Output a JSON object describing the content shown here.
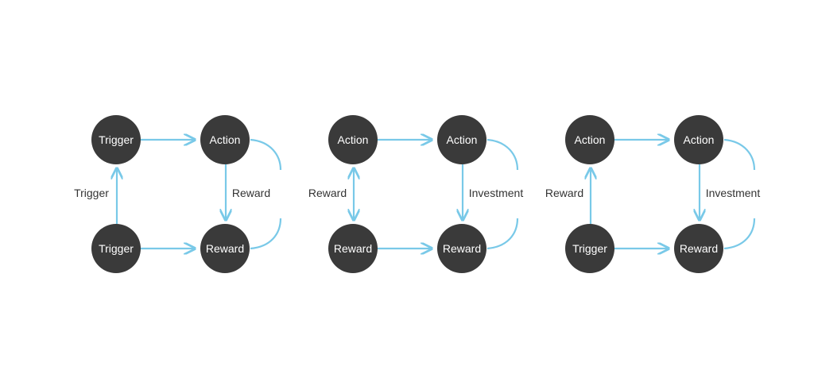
{
  "diagrams": [
    {
      "nodes": {
        "top_left": "Trigger",
        "top_right": "Action",
        "bottom_left": "Trigger",
        "bottom_right": "Reward"
      },
      "edges": {
        "left_label": "Trigger",
        "right_label": "Reward",
        "left_direction": "up"
      }
    },
    {
      "nodes": {
        "top_left": "Action",
        "top_right": "Action",
        "bottom_left": "Reward",
        "bottom_right": "Reward"
      },
      "edges": {
        "left_label": "Reward",
        "right_label": "Investment",
        "left_direction": "both"
      }
    },
    {
      "nodes": {
        "top_left": "Action",
        "top_right": "Action",
        "bottom_left": "Trigger",
        "bottom_right": "Reward"
      },
      "edges": {
        "left_label": "Reward",
        "right_label": "Investment",
        "left_direction": "up"
      }
    }
  ],
  "colors": {
    "node_fill": "#3a3a3a",
    "node_text": "#ffffff",
    "edge": "#79c9e8",
    "label_text": "#333333"
  }
}
